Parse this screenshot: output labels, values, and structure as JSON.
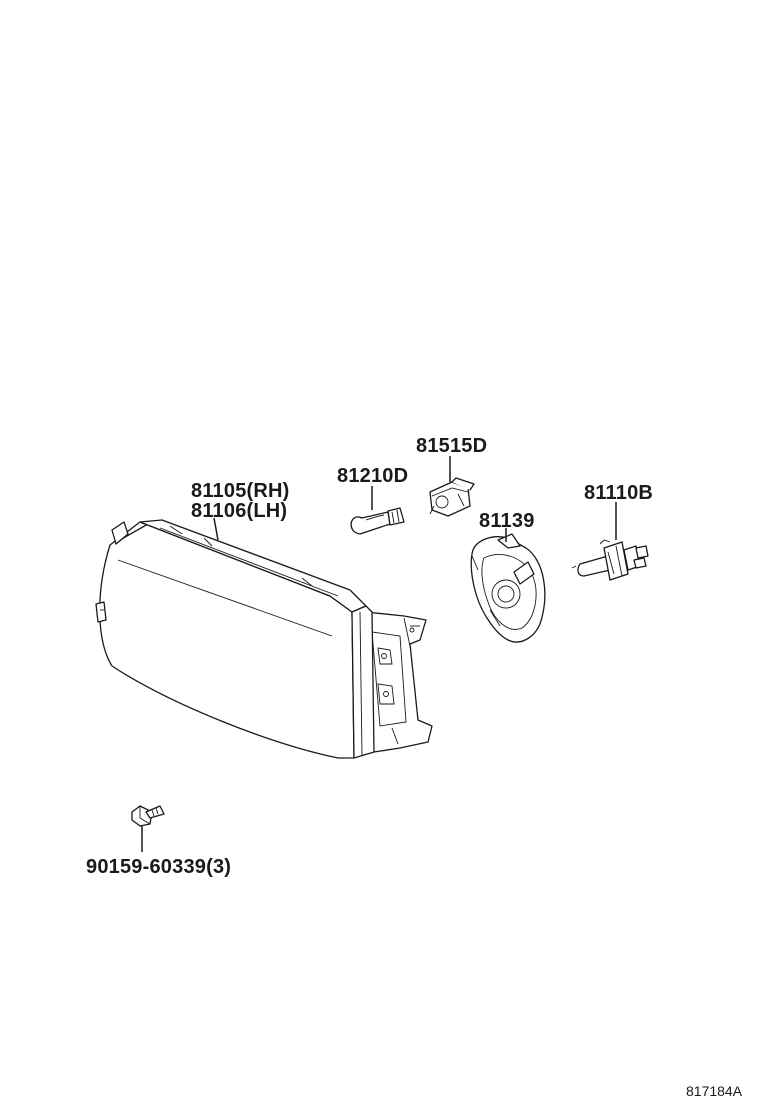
{
  "parts": [
    {
      "id": "headlamp_rh",
      "number": "81105(RH)"
    },
    {
      "id": "headlamp_lh",
      "number": "81106(LH)"
    },
    {
      "id": "bulb_small",
      "number": "81210D"
    },
    {
      "id": "socket",
      "number": "81515D"
    },
    {
      "id": "bulb_cover",
      "number": "81139"
    },
    {
      "id": "bulb_h4",
      "number": "81110B"
    },
    {
      "id": "screw",
      "number": "90159-60339(3)"
    }
  ],
  "diagram_ref": "817184A"
}
